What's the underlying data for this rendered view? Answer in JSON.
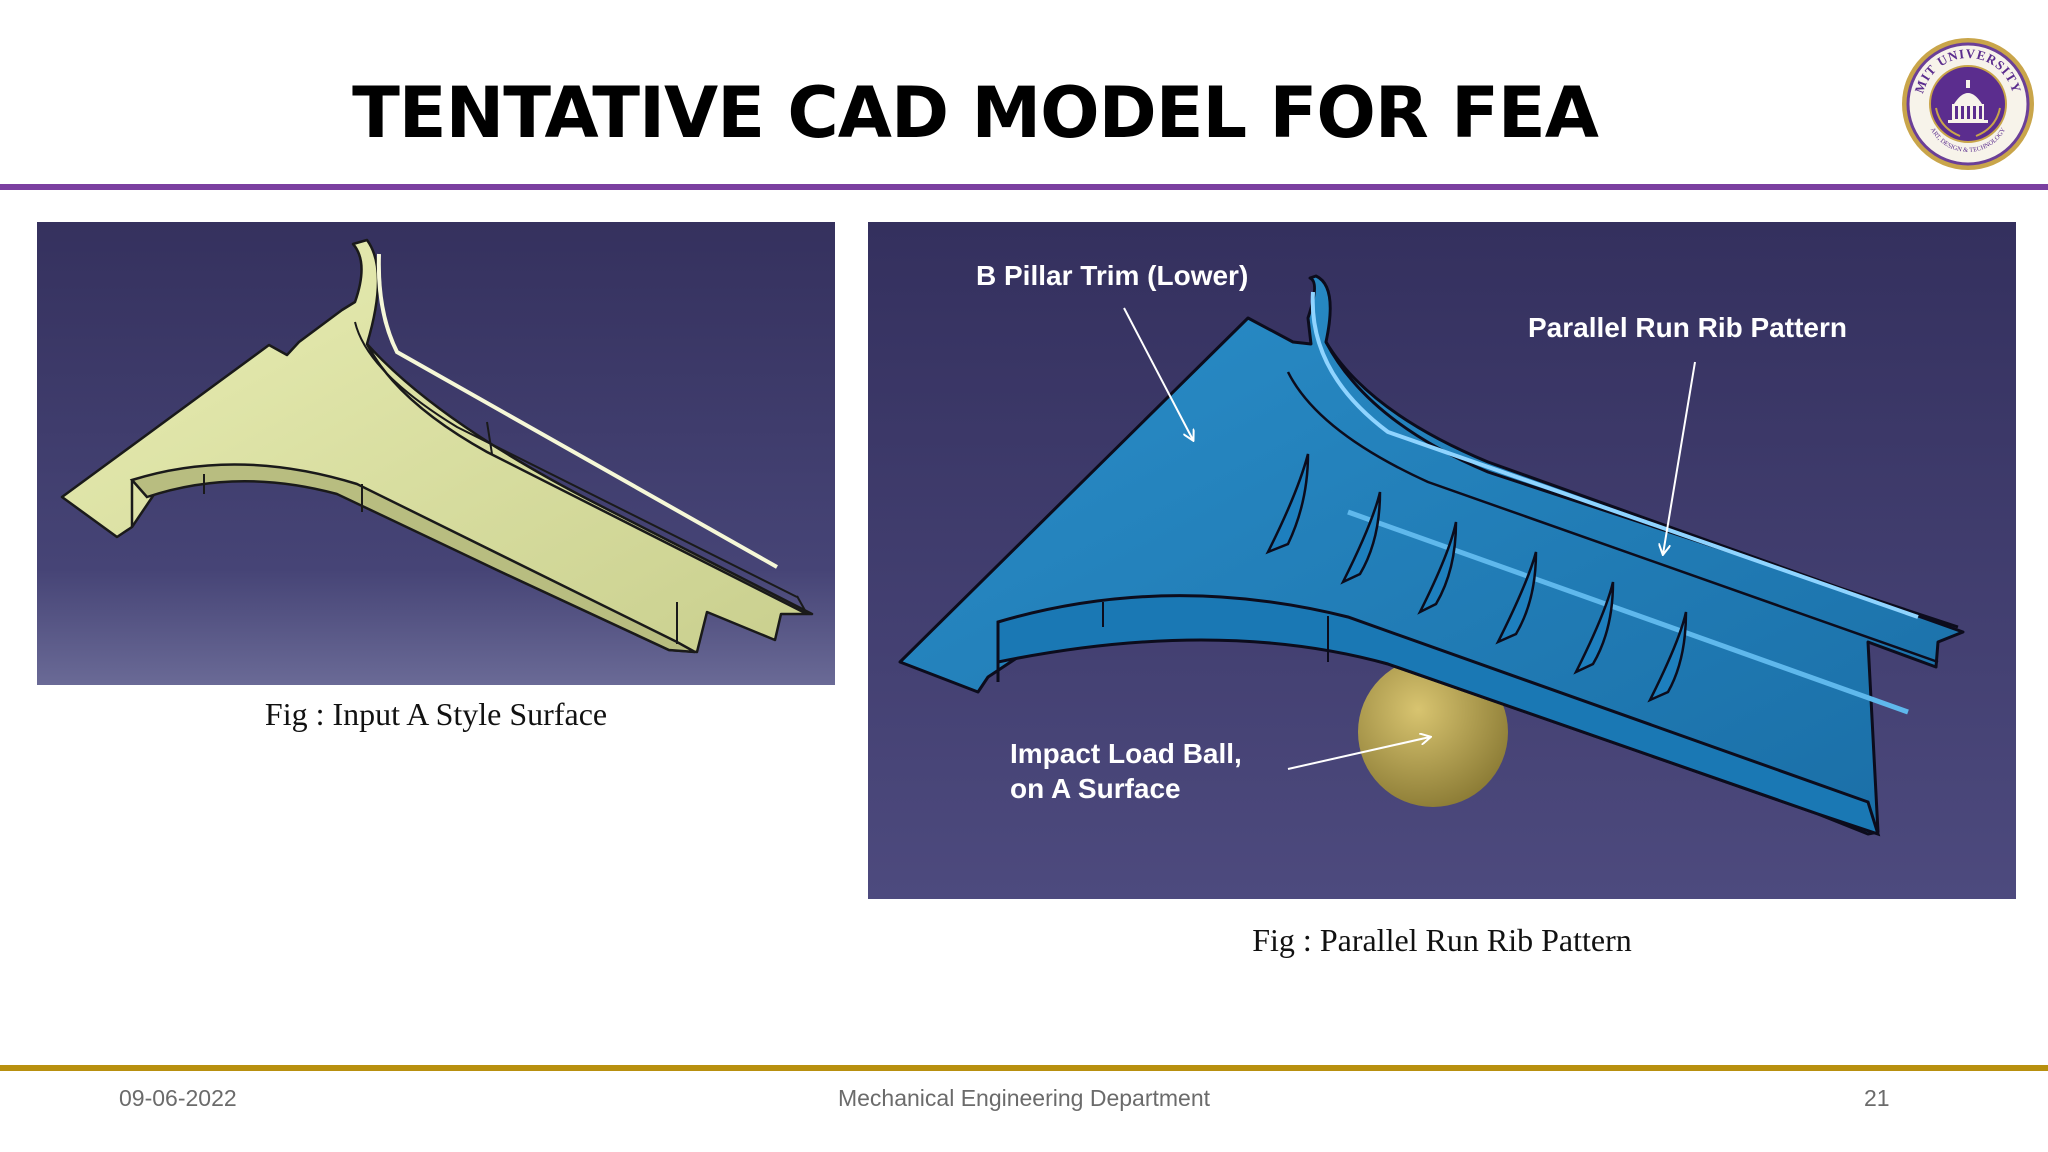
{
  "slide": {
    "title": "TENTATIVE CAD MODEL FOR FEA",
    "accent_color": "#7b3fa0",
    "footer_rule_color": "#b8900f"
  },
  "logo": {
    "text": "MIT UNIVERSITY",
    "subtext": "ART, DESIGN & TECHNOLOGY"
  },
  "figures": {
    "left": {
      "caption": "Fig : Input A Style Surface"
    },
    "right": {
      "caption": "Fig : Parallel Run Rib Pattern",
      "callouts": {
        "b_pillar": "B Pillar Trim (Lower)",
        "rib_pattern": "Parallel Run Rib Pattern",
        "impact_line1": "Impact Load Ball,",
        "impact_line2": "on A Surface"
      }
    }
  },
  "footer": {
    "date": "09-06-2022",
    "department": "Mechanical Engineering Department",
    "page": "21"
  }
}
